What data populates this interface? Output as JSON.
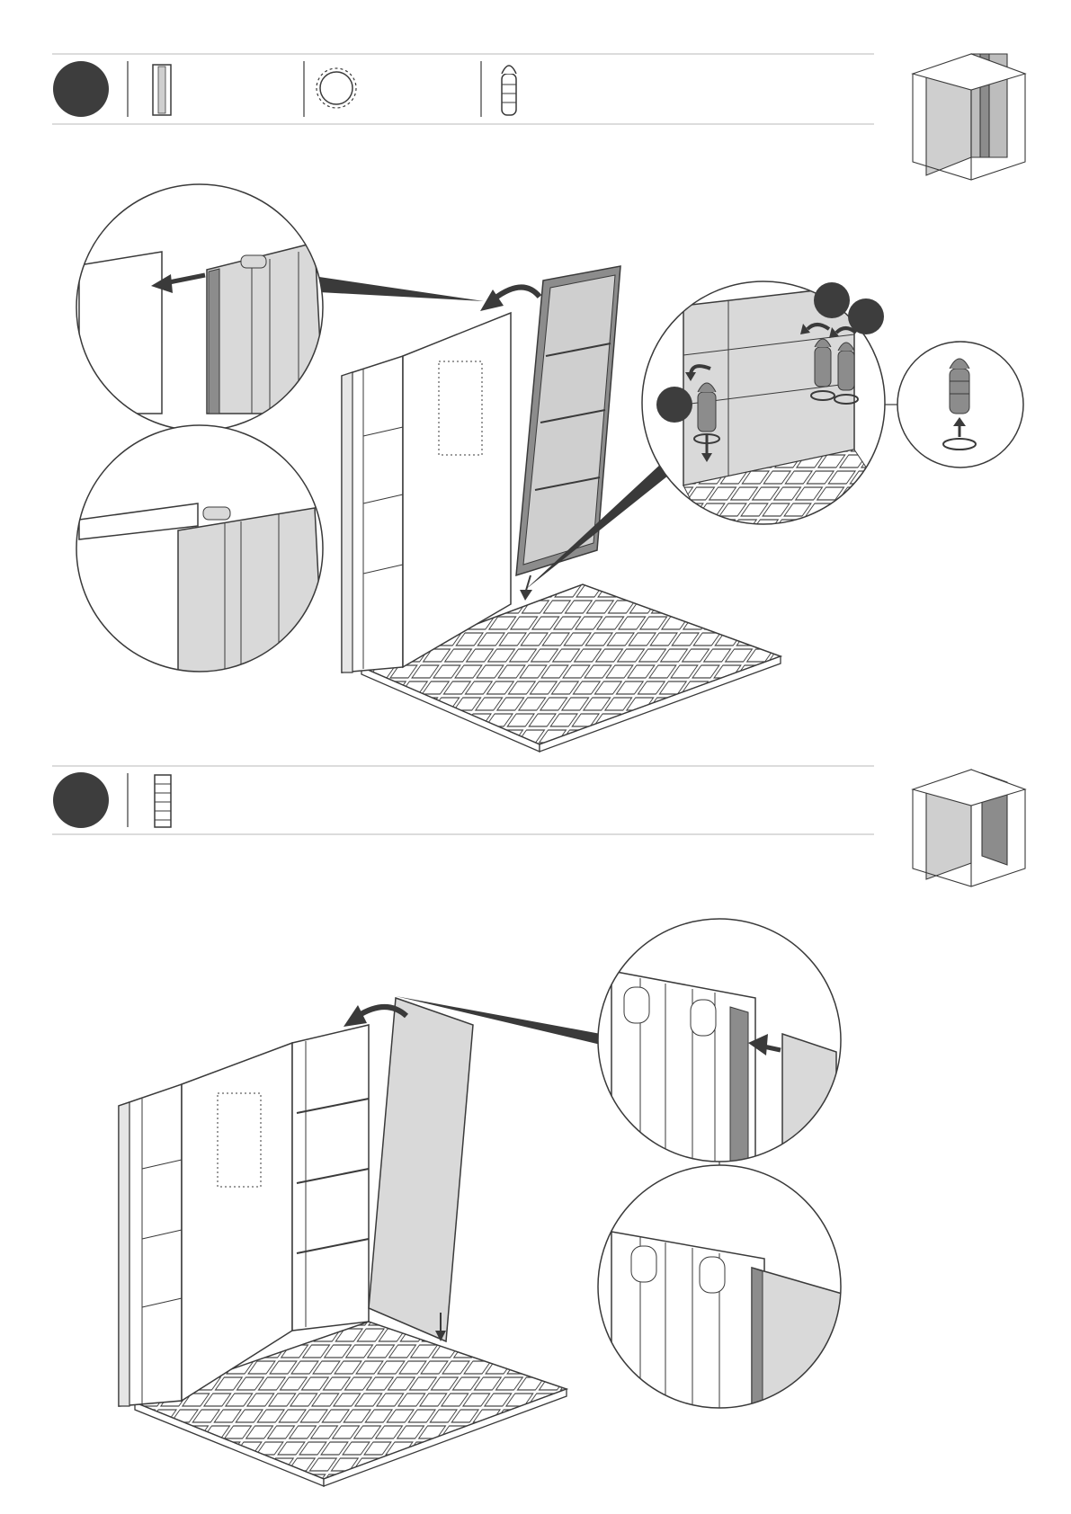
{
  "document": {
    "type": "assembly-instructions",
    "steps": [
      {
        "id": "step-a",
        "step_number": "",
        "parts": [
          {
            "icon": "wall-panel-strip-icon",
            "quantity": ""
          },
          {
            "icon": "ring-connector-icon",
            "quantity": ""
          },
          {
            "icon": "dowel-pin-icon",
            "quantity": ""
          }
        ],
        "callouts": [
          "",
          "",
          ""
        ]
      },
      {
        "id": "step-b",
        "step_number": "",
        "parts": [
          {
            "icon": "wall-panel-strip-icon",
            "quantity": ""
          }
        ]
      }
    ],
    "colors": {
      "ink": "#3a3a3a",
      "panel_fill": "#d9d9d9",
      "dark_panel": "#8c8c8c",
      "badge": "#3d3d3d",
      "rule": "#c8c8c8"
    }
  }
}
